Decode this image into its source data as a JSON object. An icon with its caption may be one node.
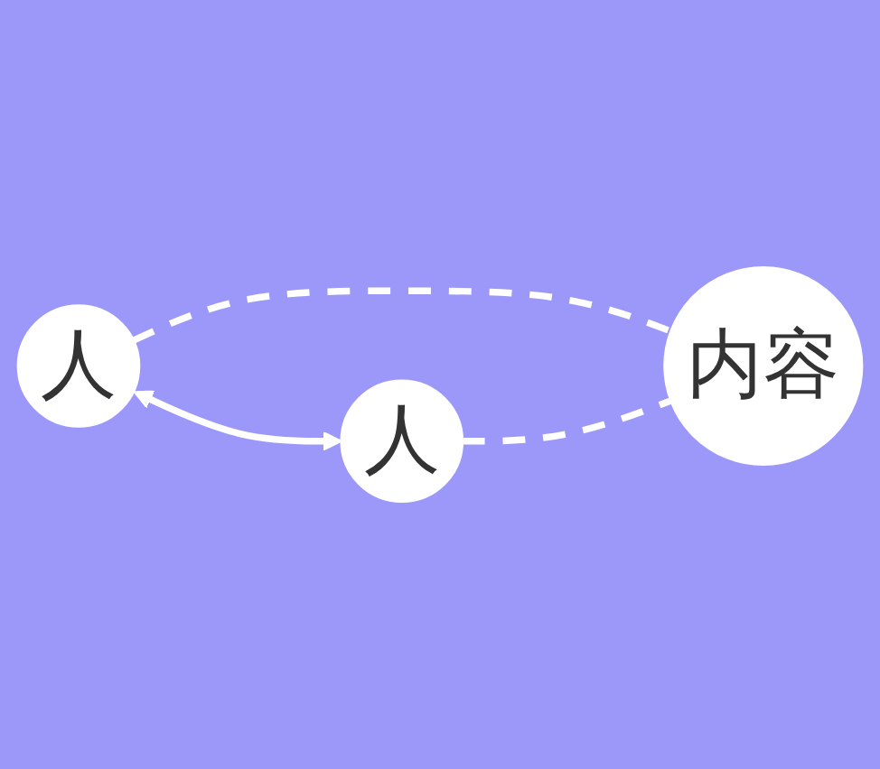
{
  "diagram": {
    "nodes": [
      {
        "text": [
          "人"
        ]
      },
      {
        "text": [
          "人"
        ]
      },
      {
        "text": [
          "内容"
        ]
      }
    ],
    "edges": [
      {
        "from": 0,
        "to": 1,
        "arrow": "both"
      },
      {
        "from": 0,
        "to": 2,
        "arrow": "none",
        "style": "dashed"
      },
      {
        "from": 1,
        "to": 2,
        "arrow": "none",
        "style": "dashed"
      }
    ]
  }
}
